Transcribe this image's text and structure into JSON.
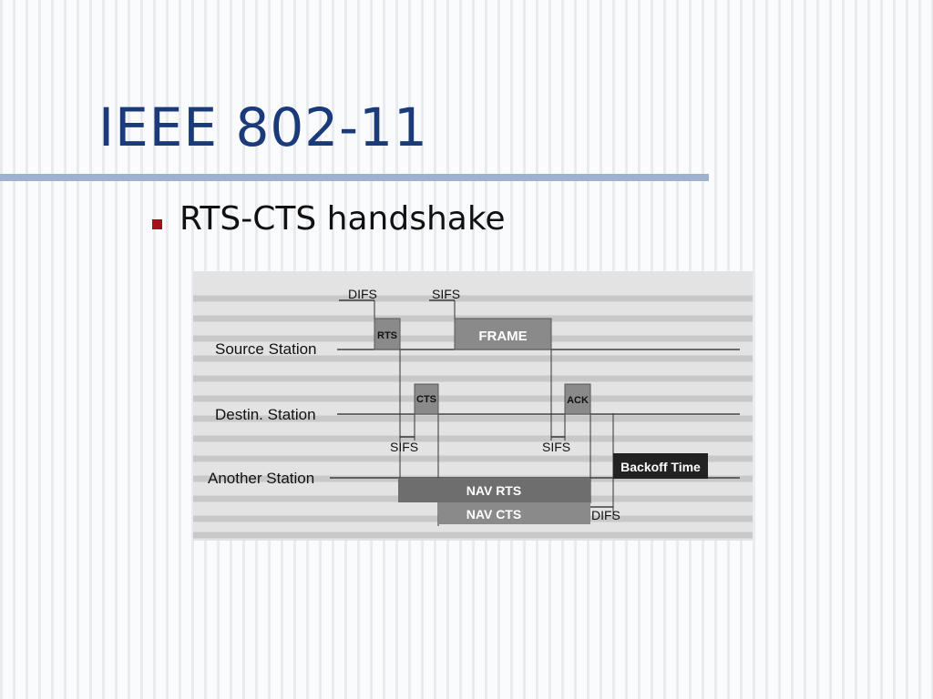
{
  "slide": {
    "title": "IEEE 802-11",
    "bullet": "RTS-CTS handshake"
  },
  "diagram": {
    "stations": {
      "source": "Source Station",
      "destination": "Destin. Station",
      "another": "Another Station"
    },
    "frames": {
      "rts": "RTS",
      "frame": "FRAME",
      "cts": "CTS",
      "ack": "ACK",
      "backoff": "Backoff Time",
      "nav_rts": "NAV RTS",
      "nav_cts": "NAV CTS"
    },
    "intervals": {
      "difs_top": "DIFS",
      "sifs_top": "SIFS",
      "sifs_mid_left": "SIFS",
      "sifs_mid_right": "SIFS",
      "difs_bottom": "DIFS"
    }
  },
  "colors": {
    "title": "#1a3a7a",
    "title_rule": "#9fb1cf",
    "bullet": "#a3121b",
    "frame_fill": "#8a8a8a",
    "backoff_fill": "#222222"
  }
}
